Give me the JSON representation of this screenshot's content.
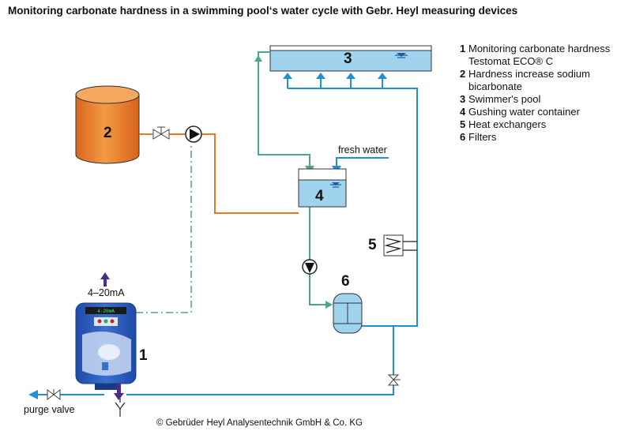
{
  "title": "Monitoring carbonate hardness in a swimming pool‘s water cycle with Gebr. Heyl measuring devices",
  "legend": [
    {
      "num": "1",
      "text": "Monitoring carbonate hardness",
      "sub": "Testomat ECO® C"
    },
    {
      "num": "2",
      "text": "Hardness increase sodium",
      "sub": "bicarbonate"
    },
    {
      "num": "3",
      "text": "Swimmer's pool",
      "sub": ""
    },
    {
      "num": "4",
      "text": "Gushing water container",
      "sub": ""
    },
    {
      "num": "5",
      "text": "Heat exchangers",
      "sub": ""
    },
    {
      "num": "6",
      "text": "Filters",
      "sub": ""
    }
  ],
  "diagram_labels": {
    "n1": "1",
    "n2": "2",
    "n3": "3",
    "n4": "4",
    "n5": "5",
    "n6": "6",
    "fresh_water": "fresh water",
    "signal": "4–20mA",
    "purge_valve": "purge valve"
  },
  "device_display": "4-20mA",
  "copyright": "© Gebrüder Heyl Analysentechnik GmbH & Co. KG",
  "colors": {
    "water_blue": "#1e90d6",
    "return_green": "#4aa58c",
    "dosing_orange": "#e87a1e",
    "tank_orange": "#ef7d22",
    "pool_fill": "#9fd3ee",
    "device_blue": "#2a5ab8",
    "arrow_purple": "#4b2c86"
  }
}
